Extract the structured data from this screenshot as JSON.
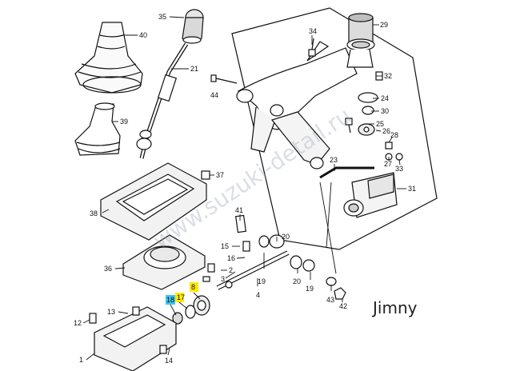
{
  "model_label": "Jimny",
  "watermark": "www.suzuki-detail.ru",
  "highlight_colors": {
    "yellow": "#ffe800",
    "cyan": "#39c6ee"
  },
  "callouts": [
    {
      "id": "c35",
      "text": "35"
    },
    {
      "id": "c40",
      "text": "40"
    },
    {
      "id": "c21",
      "text": "21"
    },
    {
      "id": "c39",
      "text": "39"
    },
    {
      "id": "c34",
      "text": "34"
    },
    {
      "id": "c29",
      "text": "29"
    },
    {
      "id": "c32",
      "text": "32"
    },
    {
      "id": "c44",
      "text": "44"
    },
    {
      "id": "c24",
      "text": "24"
    },
    {
      "id": "c30",
      "text": "30"
    },
    {
      "id": "c25",
      "text": "25"
    },
    {
      "id": "c26",
      "text": "26"
    },
    {
      "id": "c28",
      "text": "28"
    },
    {
      "id": "c27",
      "text": "27"
    },
    {
      "id": "c33",
      "text": "33"
    },
    {
      "id": "c37",
      "text": "37"
    },
    {
      "id": "c23",
      "text": "23"
    },
    {
      "id": "c31",
      "text": "31"
    },
    {
      "id": "c38",
      "text": "38"
    },
    {
      "id": "c41",
      "text": "41"
    },
    {
      "id": "c15",
      "text": "15"
    },
    {
      "id": "c20",
      "text": "20"
    },
    {
      "id": "c16",
      "text": "16"
    },
    {
      "id": "c36",
      "text": "36"
    },
    {
      "id": "c2",
      "text": "2"
    },
    {
      "id": "c3",
      "text": "3"
    },
    {
      "id": "c19a",
      "text": "19"
    },
    {
      "id": "c20b",
      "text": "20"
    },
    {
      "id": "c19b",
      "text": "19"
    },
    {
      "id": "c4",
      "text": "4"
    },
    {
      "id": "c43",
      "text": "43"
    },
    {
      "id": "c42",
      "text": "42"
    },
    {
      "id": "c8",
      "text": "8"
    },
    {
      "id": "c17",
      "text": "17"
    },
    {
      "id": "c18",
      "text": "18"
    },
    {
      "id": "c13",
      "text": "13"
    },
    {
      "id": "c12",
      "text": "12"
    },
    {
      "id": "c14",
      "text": "14"
    },
    {
      "id": "c1",
      "text": "1"
    }
  ]
}
